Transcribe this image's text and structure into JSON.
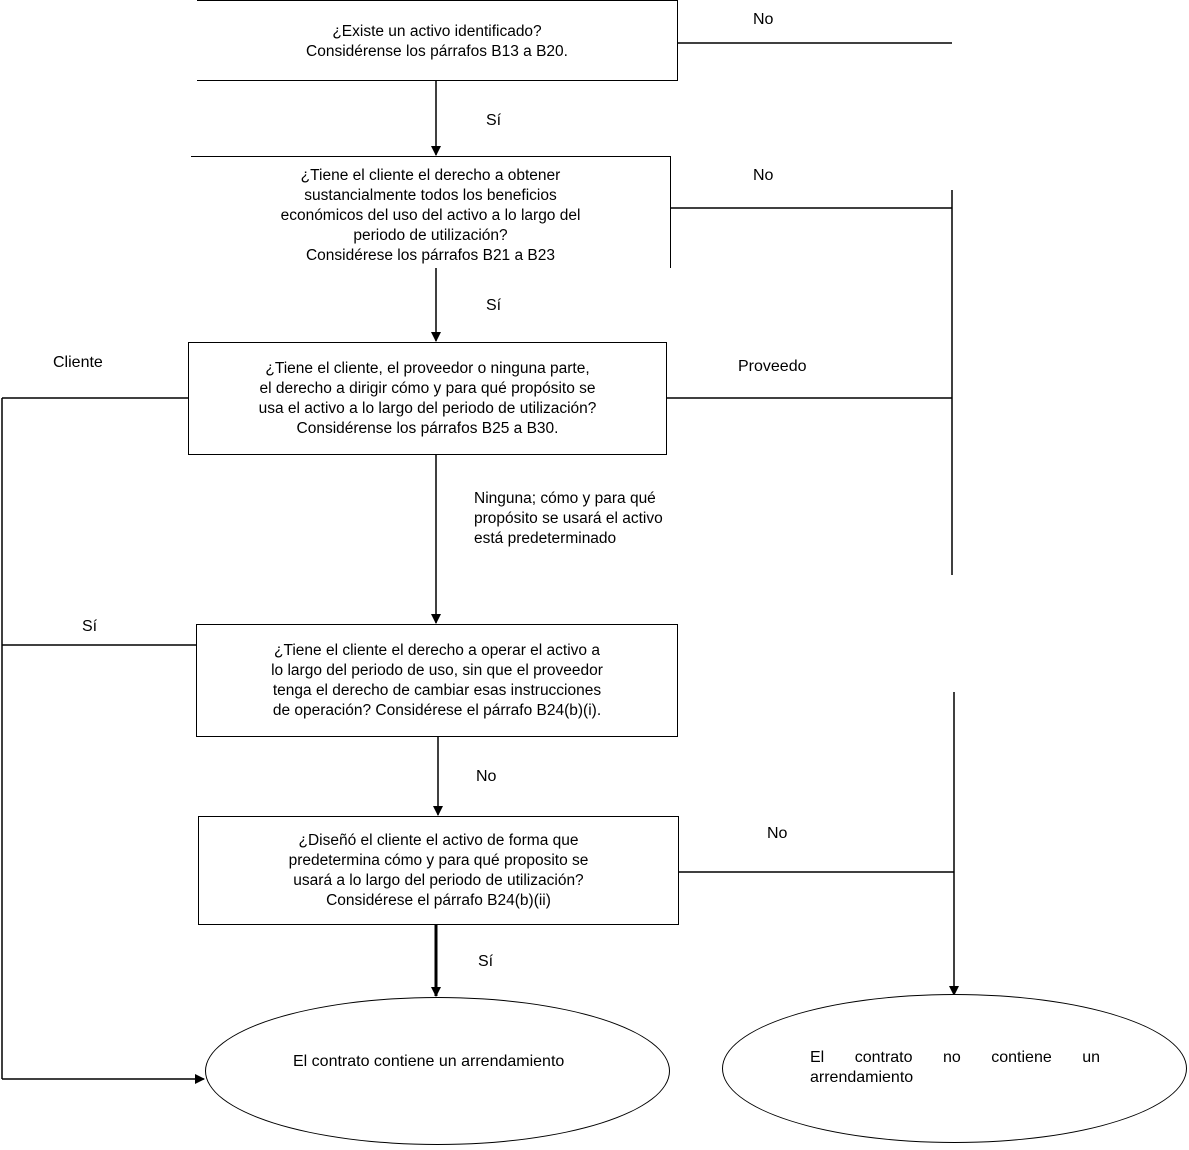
{
  "questions": {
    "q1": "¿Existe un activo identificado?\nConsidérense los párrafos B13 a B20.",
    "q2": "¿Tiene el cliente el derecho a obtener\nsustancialmente todos los beneficios\neconómicos del uso del activo a lo largo del\nperiodo de utilización?\nConsidérese los párrafos B21 a B23",
    "q3": "¿Tiene el cliente, el proveedor o ninguna parte,\nel derecho a dirigir cómo y para qué propósito se\nusa el activo a lo largo del periodo de utilización?\nConsidérense los párrafos B25 a B30.",
    "q4": "¿Tiene el cliente el derecho a operar el activo a\nlo largo del periodo de uso, sin que el proveedor\ntenga el derecho de cambiar esas instrucciones\nde operación? Considérese el párrafo B24(b)(i).",
    "q5": "¿Diseñó el cliente el activo de forma que\npredetermina cómo y para qué proposito se\nusará a lo largo del periodo de utilización?\nConsidérese el párrafo B24(b)(ii)"
  },
  "labels": {
    "q1_no": "No",
    "q1_si": "Sí",
    "q2_no": "No",
    "q2_si": "Sí",
    "q3_cliente": "Cliente",
    "q3_proveedor": "Proveedo",
    "q3_ninguna": "Ninguna; cómo y para qué\npropósito se usará el activo\nestá predeterminado",
    "q4_si": "Sí",
    "q4_no": "No",
    "q5_no": "No",
    "q5_si": "Sí"
  },
  "outcomes": {
    "lease": "El contrato contiene un arrendamiento",
    "no_lease": "El contrato no contiene un arrendamiento"
  },
  "colors": {
    "line": "#000000",
    "background": "#ffffff"
  }
}
